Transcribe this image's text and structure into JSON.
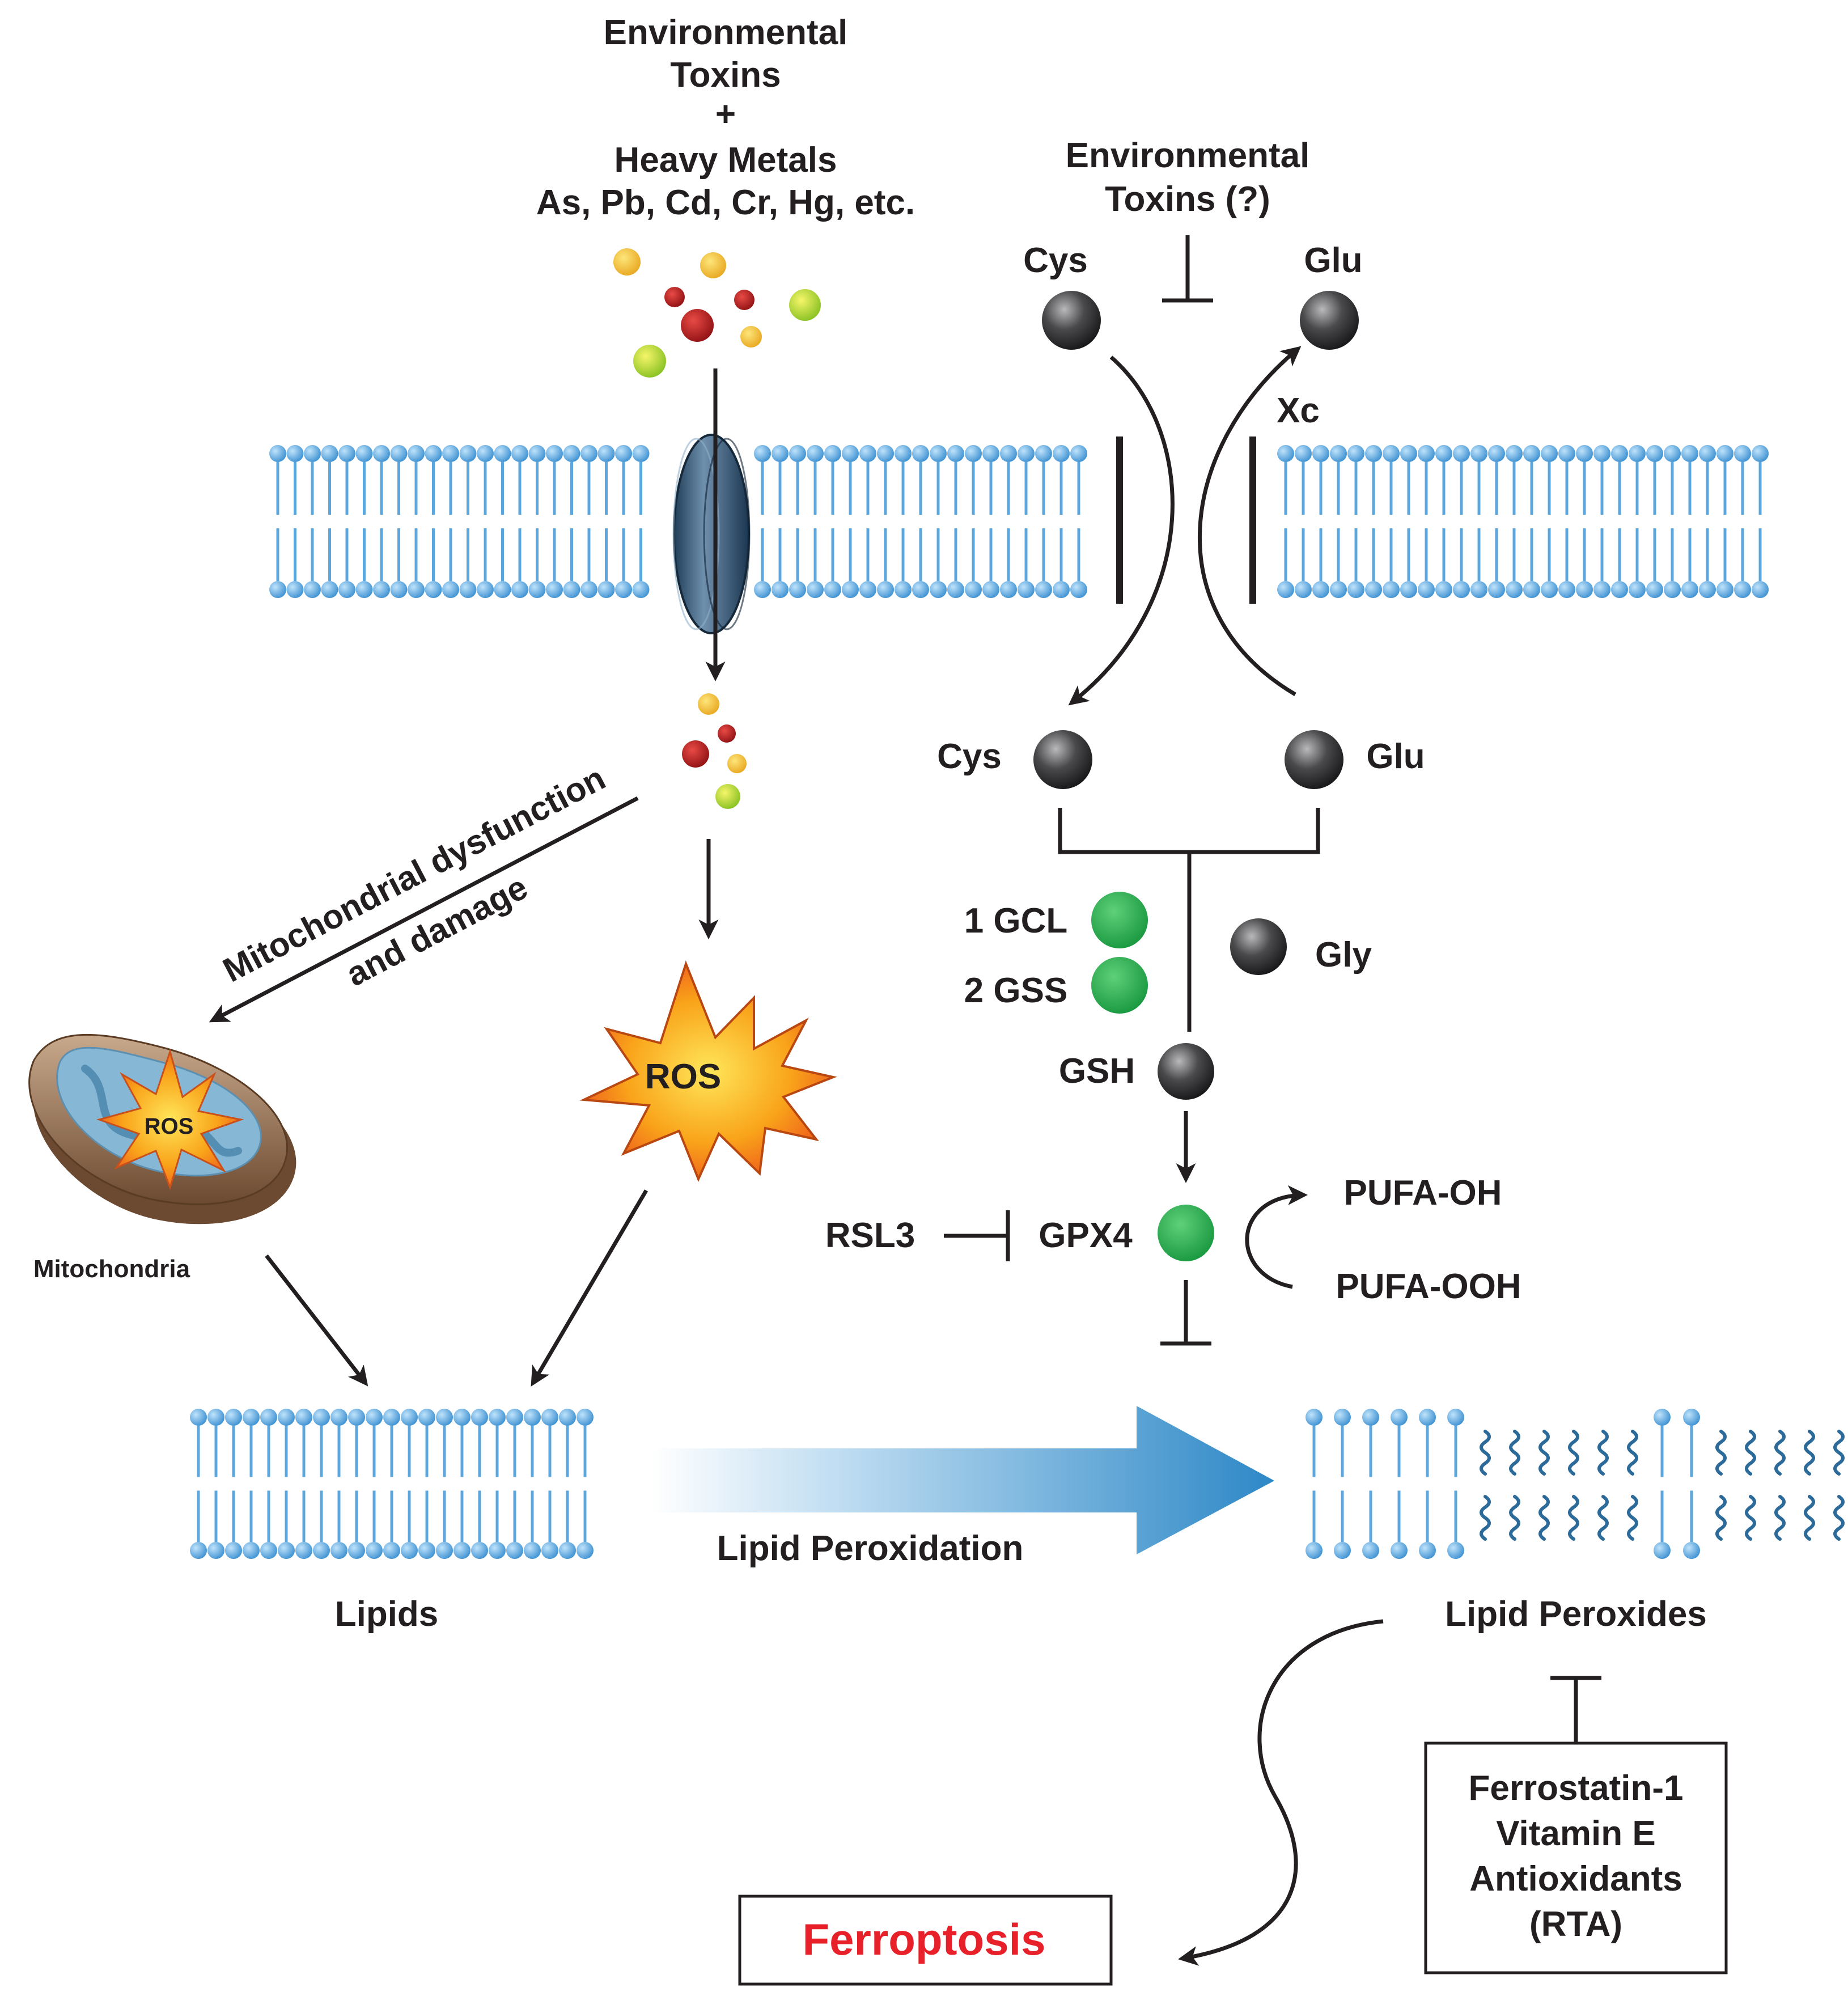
{
  "toxins_left": {
    "line1": "Environmental",
    "line2": "Toxins",
    "line3": "+",
    "line4": "Heavy Metals",
    "line5": "As, Pb, Cd, Cr, Hg, etc."
  },
  "toxins_right": {
    "line1": "Environmental",
    "line2": "Toxins (?)"
  },
  "system_xc": {
    "cys_out": "Cys",
    "glu_out": "Glu",
    "transporter": "Xc",
    "cys_in": "Cys",
    "glu_in": "Glu"
  },
  "gsh_synthesis": {
    "gcl": "1 GCL",
    "gss": "2 GSS",
    "gly": "Gly",
    "gsh": "GSH"
  },
  "gpx4_module": {
    "rsl3": "RSL3",
    "gpx4": "GPX4",
    "pufa_oh": "PUFA-OH",
    "pufa_ooh": "PUFA-OOH"
  },
  "mito": {
    "path_line1": "Mitochondrial dysfunction",
    "path_line2": "and damage",
    "ros": "ROS",
    "label": "Mitochondria"
  },
  "ros_main": "ROS",
  "lipids": "Lipids",
  "lipid_peroxidation": "Lipid Peroxidation",
  "lipid_peroxides": "Lipid Peroxides",
  "inhibitors": {
    "line1": "Ferrostatin-1",
    "line2": "Vitamin E",
    "line3": "Antioxidants",
    "line4": "(RTA)"
  },
  "ferroptosis": "Ferroptosis",
  "colors": {
    "membrane": "#5ba7dd",
    "ferroptosis_text": "#e8202a",
    "enzyme_green": "#2cb34a",
    "metabolite_dark": "#3a3a3c",
    "ros_fill": "#f7a21b"
  }
}
